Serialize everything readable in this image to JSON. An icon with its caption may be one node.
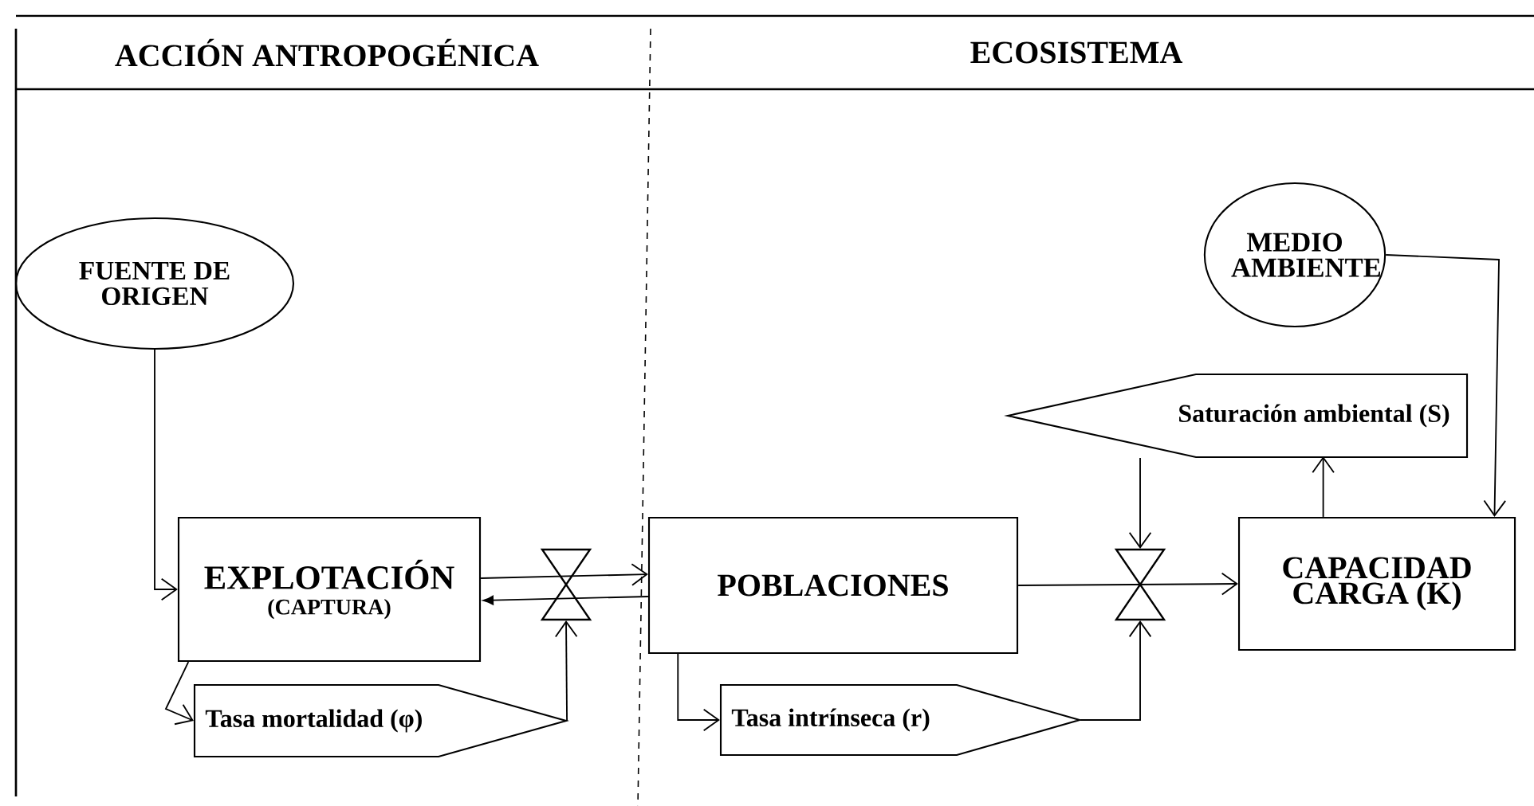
{
  "diagram": {
    "nodes": [
      {
        "text": [
          "FUENTE DE ORIGEN"
        ]
      },
      {
        "text": [
          "EXPLOTACIÓN",
          "(CAPTURA)"
        ]
      },
      {
        "text": [
          "Tasa mortalidad (φ)"
        ]
      },
      {
        "text": [],
        "shape": "valve"
      },
      {
        "text": [
          "POBLACIONES"
        ]
      },
      {
        "text": [
          "Tasa intrínseca (r)"
        ]
      },
      {
        "text": [],
        "shape": "valve"
      },
      {
        "text": [
          "Saturación ambiental (S)"
        ]
      },
      {
        "text": [
          "MEDIO AMBIENTE"
        ]
      },
      {
        "text": [
          "CAPACIDAD CARGA (K)"
        ]
      }
    ],
    "edges": [
      {
        "from": 0,
        "to": 1,
        "arrow": "to"
      },
      {
        "from": 1,
        "to": 4,
        "arrow": "to"
      },
      {
        "from": 4,
        "to": 1,
        "arrow": "to"
      },
      {
        "from": 1,
        "to": 2,
        "arrow": "to"
      },
      {
        "from": 2,
        "to": 3,
        "arrow": "to"
      },
      {
        "from": 4,
        "to": 5,
        "arrow": "to"
      },
      {
        "from": 5,
        "to": 6,
        "arrow": "to"
      },
      {
        "from": 4,
        "to": 9,
        "arrow": "to"
      },
      {
        "from": 7,
        "to": 6,
        "arrow": "to"
      },
      {
        "from": 9,
        "to": 7,
        "arrow": "to"
      },
      {
        "from": 8,
        "to": 9,
        "arrow": "to"
      }
    ],
    "labels": [
      "ACCIÓN ANTROPOGÉNICA",
      "ECOSISTEMA"
    ]
  }
}
